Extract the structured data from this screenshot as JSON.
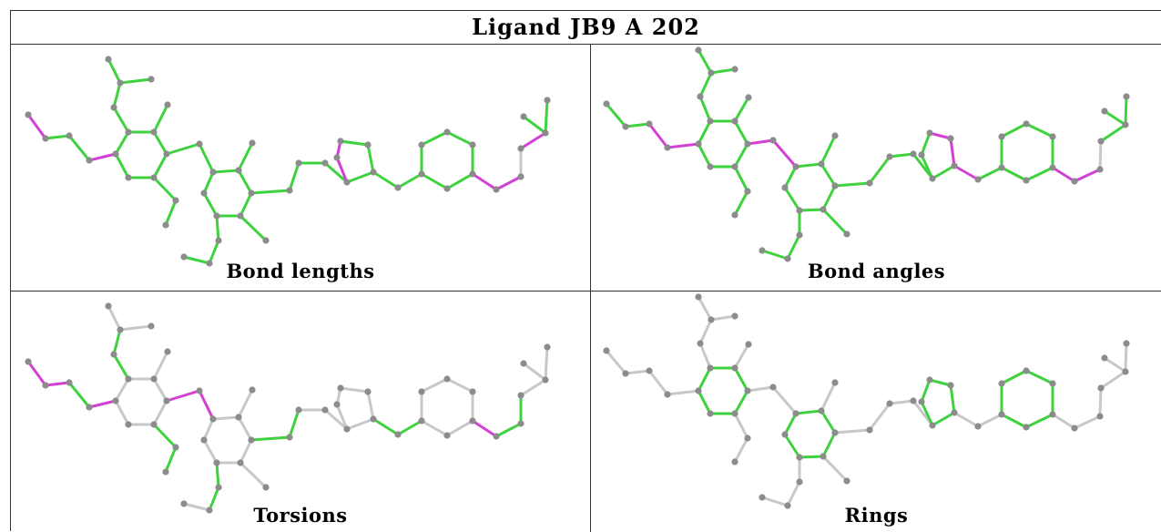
{
  "title": "Ligand JB9 A 202",
  "panels": [
    {
      "caption": "Bond lengths"
    },
    {
      "caption": "Bond angles"
    },
    {
      "caption": "Torsions"
    },
    {
      "caption": "Rings"
    }
  ],
  "colors": {
    "atom": "#8c8c8c",
    "good_bond": "#3fd23f",
    "outlier_bond": "#d43fd4",
    "unassessed_bond": "#c8c8c8"
  }
}
